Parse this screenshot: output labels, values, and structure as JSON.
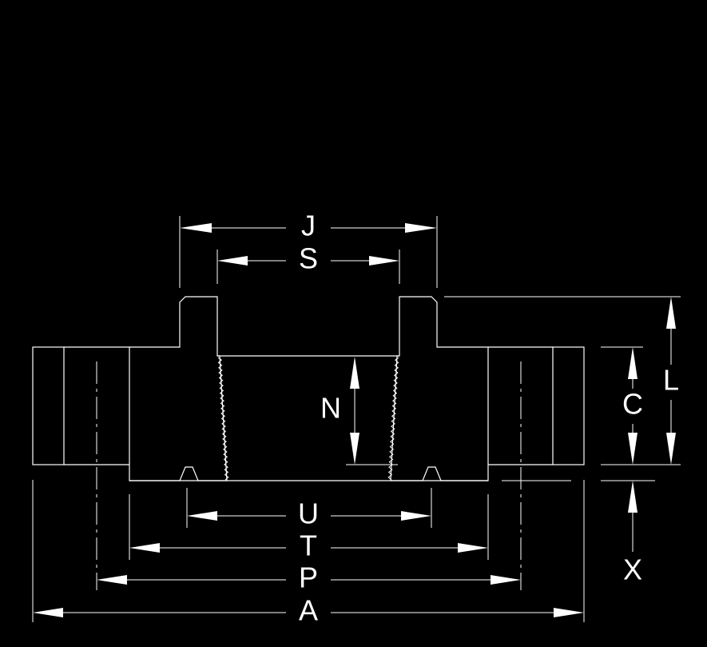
{
  "diagram": {
    "colors": {
      "background": "#000000",
      "ink": "#ffffff"
    },
    "dimension_labels": {
      "J": "J",
      "S": "S",
      "N": "N",
      "L": "L",
      "C": "C",
      "X": "X",
      "U": "U",
      "T": "T",
      "P": "P",
      "A": "A"
    }
  }
}
